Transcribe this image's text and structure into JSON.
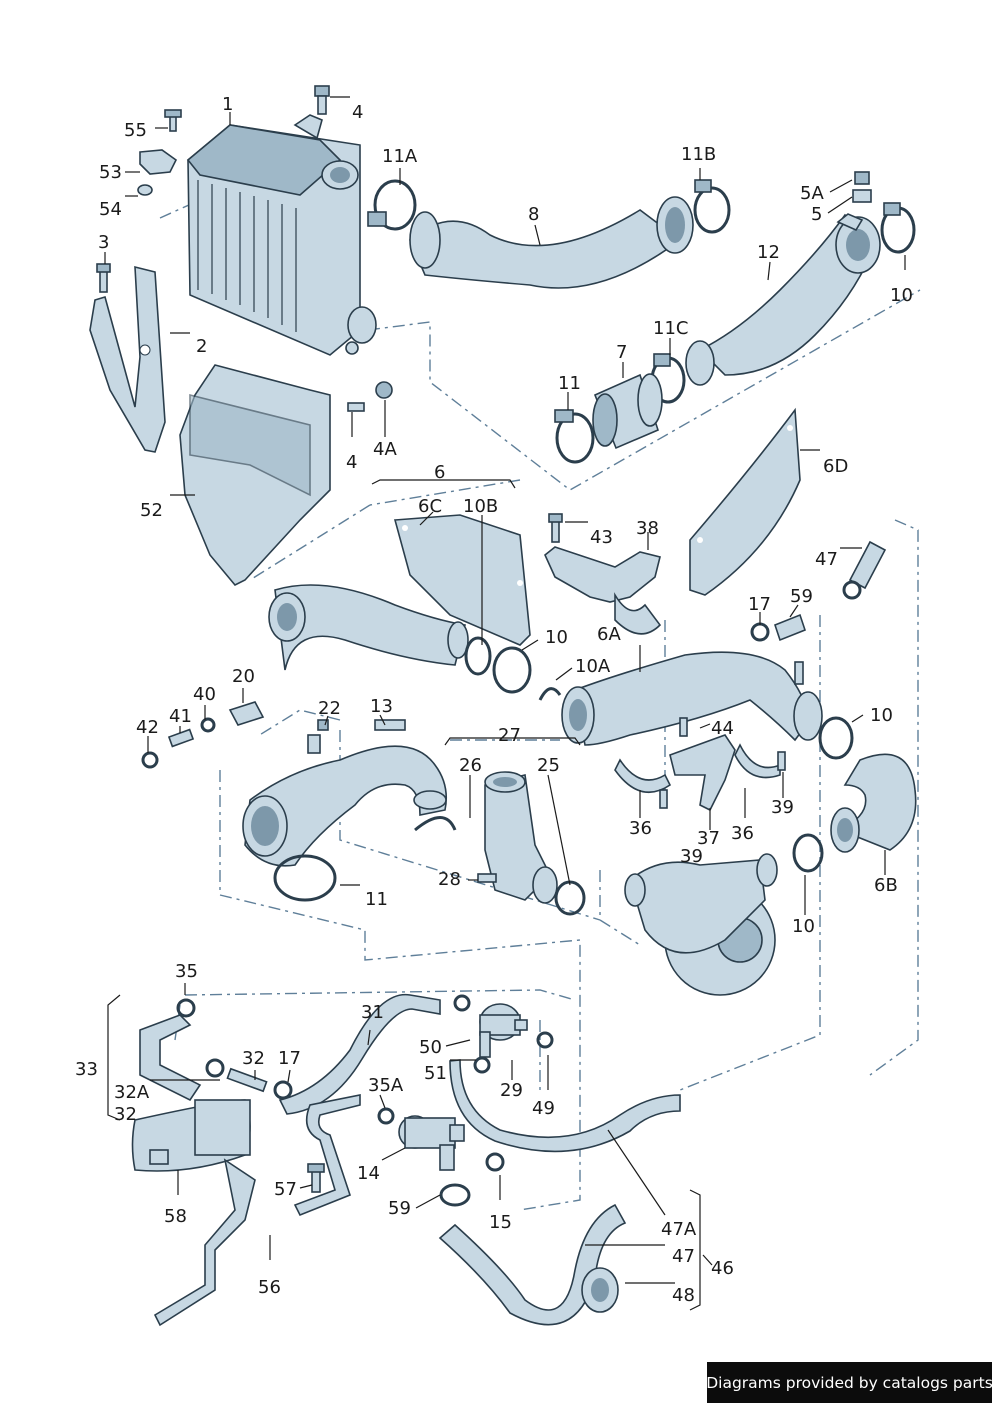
{
  "footer": {
    "text": "Diagrams provided by catalogs parts"
  },
  "colors": {
    "part_fill": "#c7d8e3",
    "part_stroke": "#2b3e4c",
    "assembly_line": "#5f7f99",
    "footer_bg": "#0c0c0c"
  },
  "labels": {
    "l1": "1",
    "l4a": "4",
    "l55": "55",
    "l53": "53",
    "l54": "54",
    "l11a": "11A",
    "l8": "8",
    "l11b": "11B",
    "l5a": "5A",
    "l5": "5",
    "l3": "3",
    "l2": "2",
    "l12": "12",
    "l10a": "10",
    "l11c": "11C",
    "l7": "7",
    "l11a2": "11",
    "l4b": "4",
    "l4A": "4A",
    "l6d": "6D",
    "l6": "6",
    "l52": "52",
    "l6c": "6C",
    "l10b": "10B",
    "l43": "43",
    "l38": "38",
    "l47a": "47",
    "l17a": "17",
    "l59a": "59",
    "l6a": "6A",
    "l10c": "10",
    "l10A": "10A",
    "l20": "20",
    "l40": "40",
    "l22": "22",
    "l13": "13",
    "l42": "42",
    "l41": "41",
    "l27": "27",
    "l26": "26",
    "l25": "25",
    "l44": "44",
    "l10d": "10",
    "l39a": "39",
    "l36a": "36",
    "l37": "37",
    "l36b": "36",
    "l39b": "39",
    "l28": "28",
    "l11d": "11",
    "l6b": "6B",
    "l10e": "10",
    "l35": "35",
    "l31": "31",
    "l50": "50",
    "l33": "33",
    "l32a": "32",
    "l17b": "17",
    "l51": "51",
    "l29": "29",
    "l32A": "32A",
    "l32b": "32",
    "l35A": "35A",
    "l49": "49",
    "l14": "14",
    "l57": "57",
    "l59b": "59",
    "l15": "15",
    "l58": "58",
    "l47A": "47A",
    "l47b": "47",
    "l46": "46",
    "l56": "56",
    "l48": "48"
  }
}
